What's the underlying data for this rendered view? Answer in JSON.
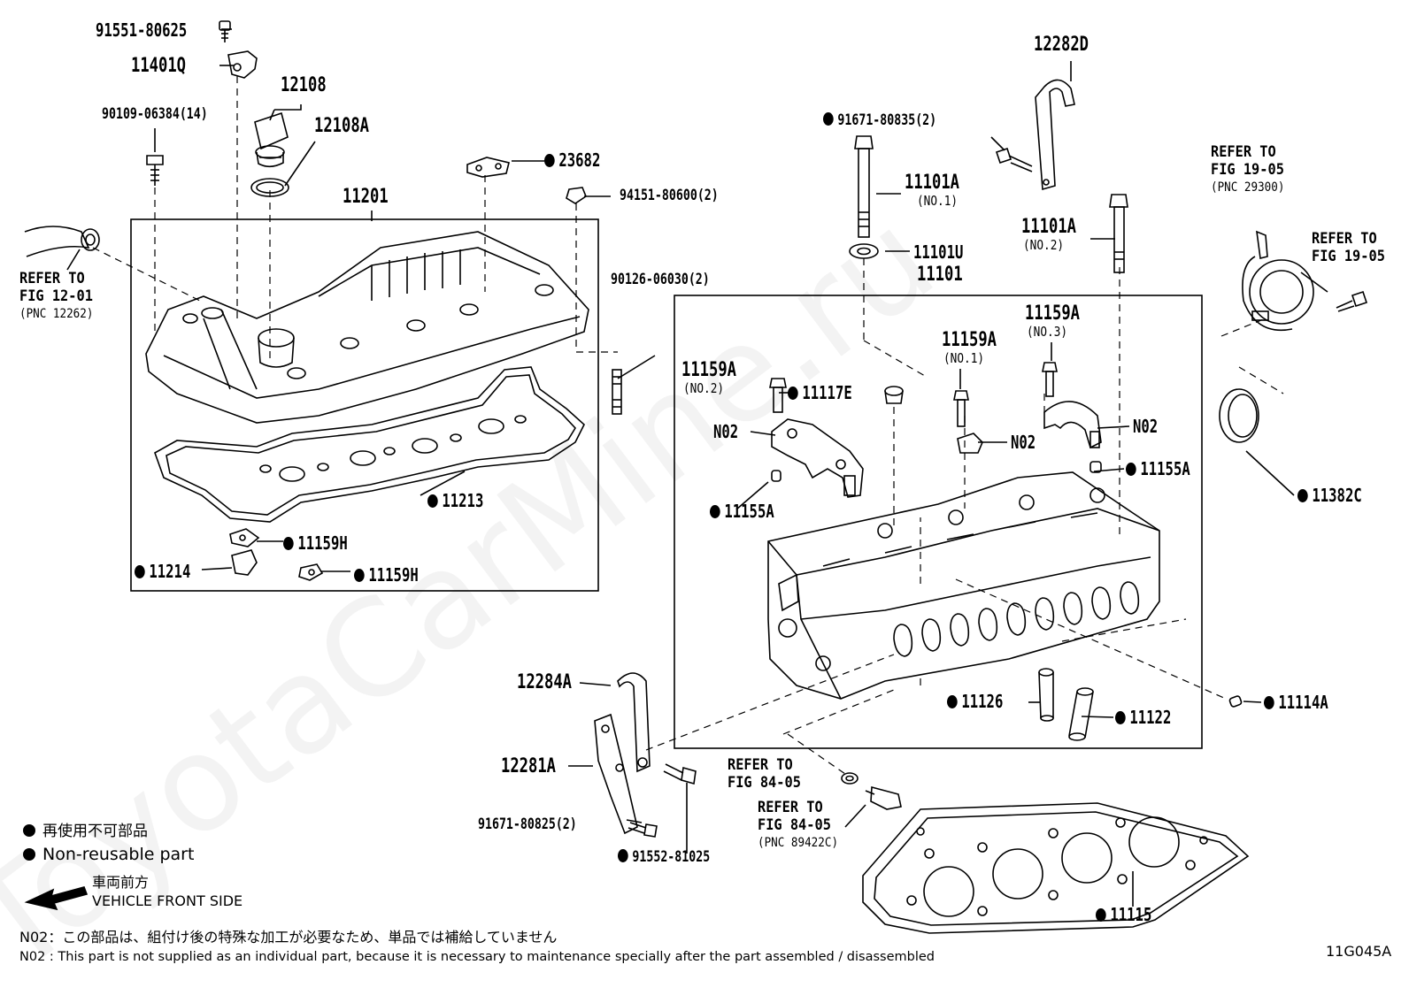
{
  "figure_code": "11G045A",
  "watermark": "ToyotaCarMine.ru",
  "labels": {
    "p91551": "91551-80625",
    "p11401q": "11401Q",
    "p12108": "12108",
    "p12108a": "12108A",
    "p90109": "90109-06384(14)",
    "p23682": "23682",
    "p11201": "11201",
    "p94151": "94151-80600(2)",
    "p90126": "90126-06030(2)",
    "p11213": "11213",
    "p11159h_a": "11159H",
    "p11159h_b": "11159H",
    "p11214": "11214",
    "p12282d": "12282D",
    "p91671_835": "91671-80835(2)",
    "p11101a_no1": "11101A",
    "p11101a_no1_sub": "(NO.1)",
    "p11101u": "11101U",
    "p11101a_no2": "11101A",
    "p11101a_no2_sub": "(NO.2)",
    "p11101": "11101",
    "p11159a_no3": "11159A",
    "p11159a_no3_sub": "(NO.3)",
    "p11159a_no1": "11159A",
    "p11159a_no1_sub": "(NO.1)",
    "p11159a_no2": "11159A",
    "p11159a_no2_sub": "(NO.2)",
    "p11117e": "11117E",
    "p_n02_a": "N02",
    "p_n02_b": "N02",
    "p_n02_c": "N02",
    "p11155a_a": "11155A",
    "p11155a_b": "11155A",
    "p11382c": "11382C",
    "p11114a": "11114A",
    "p11126": "11126",
    "p11122": "11122",
    "p12284a": "12284A",
    "p12281a": "12281A",
    "p91671_825": "91671-80825(2)",
    "p91552": "91552-81025",
    "p11115": "11115"
  },
  "refs": {
    "fig12": {
      "line1": "REFER TO",
      "line2": "FIG 12-01",
      "line3": "(PNC 12262)"
    },
    "fig19a": {
      "line1": "REFER TO",
      "line2": "FIG 19-05",
      "line3": "(PNC 29300)"
    },
    "fig19b": {
      "line1": "REFER TO",
      "line2": "FIG 19-05"
    },
    "fig84a": {
      "line1": "REFER TO",
      "line2": "FIG 84-05"
    },
    "fig84b": {
      "line1": "REFER TO",
      "line2": "FIG 84-05",
      "line3": "(PNC 89422C)"
    }
  },
  "legend": {
    "non_reusable_jp": "再使用不可部品",
    "non_reusable_en": "Non-reusable part",
    "front_jp": "車両前方",
    "front_en": "VEHICLE FRONT SIDE"
  },
  "notes": {
    "n02_jp": "N02：この部品は、組付け後の特殊な加工が必要なため、単品では補給していません",
    "n02_en": "N02 : This part is not supplied as an individual part, because it is necessary to maintenance specially after the part assembled / disassembled"
  }
}
